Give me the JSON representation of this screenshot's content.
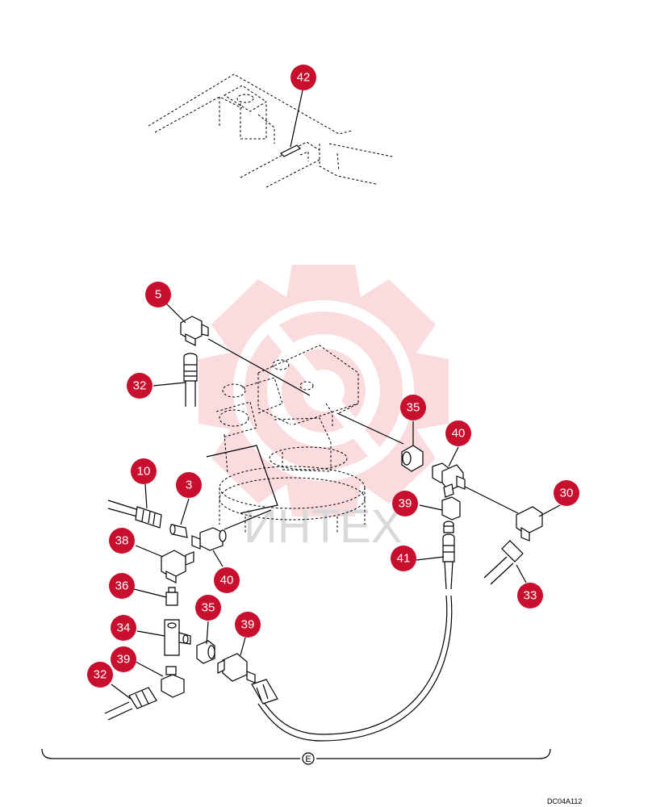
{
  "callouts": [
    {
      "id": "c42",
      "label": "42"
    },
    {
      "id": "c5",
      "label": "5"
    },
    {
      "id": "c32a",
      "label": "32"
    },
    {
      "id": "c35a",
      "label": "35"
    },
    {
      "id": "c40a",
      "label": "40"
    },
    {
      "id": "c30",
      "label": "30"
    },
    {
      "id": "c10",
      "label": "10"
    },
    {
      "id": "c3",
      "label": "3"
    },
    {
      "id": "c39a",
      "label": "39"
    },
    {
      "id": "c38",
      "label": "38"
    },
    {
      "id": "c41",
      "label": "41"
    },
    {
      "id": "c40b",
      "label": "40"
    },
    {
      "id": "c36",
      "label": "36"
    },
    {
      "id": "c33",
      "label": "33"
    },
    {
      "id": "c34",
      "label": "34"
    },
    {
      "id": "c35b",
      "label": "35"
    },
    {
      "id": "c39b",
      "label": "39"
    },
    {
      "id": "c39c",
      "label": "39"
    },
    {
      "id": "c32b",
      "label": "32"
    }
  ],
  "section_marker": "E",
  "drawing_ref": "DC04A112",
  "watermark": {
    "text": "ИНТЕХ",
    "color": "#f6c9cc"
  },
  "callout_color": "#c8102e"
}
